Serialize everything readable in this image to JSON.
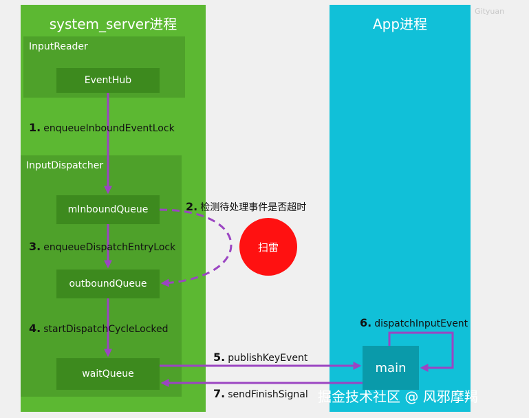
{
  "panels": {
    "system_server": {
      "title": "system_server进程"
    },
    "app": {
      "title": "App进程"
    }
  },
  "groups": {
    "input_reader": {
      "label": "InputReader"
    },
    "input_dispatcher": {
      "label": "InputDispatcher"
    }
  },
  "nodes": {
    "eventhub": "EventHub",
    "minbound": "mInboundQueue",
    "outbound": "outboundQueue",
    "wait": "waitQueue",
    "main": "main"
  },
  "steps": [
    {
      "num": "1.",
      "label": "enqueueInboundEventLock"
    },
    {
      "num": "2.",
      "label": "检测待处理事件是否超时"
    },
    {
      "num": "3.",
      "label": "enqueueDispatchEntryLock"
    },
    {
      "num": "4.",
      "label": "startDispatchCycleLocked"
    },
    {
      "num": "5.",
      "label": "publishKeyEvent"
    },
    {
      "num": "6.",
      "label": "dispatchInputEvent"
    },
    {
      "num": "7.",
      "label": "sendFinishSignal"
    }
  ],
  "mine": {
    "label": "扫雷"
  },
  "watermark": "Gityuan",
  "footer": "掘金技术社区 @ 风邪摩羯",
  "colors": {
    "arrow": "#9b45c2",
    "system_panel": "#5cb832",
    "app_panel": "#11c0d8",
    "mine": "#ff1111"
  }
}
